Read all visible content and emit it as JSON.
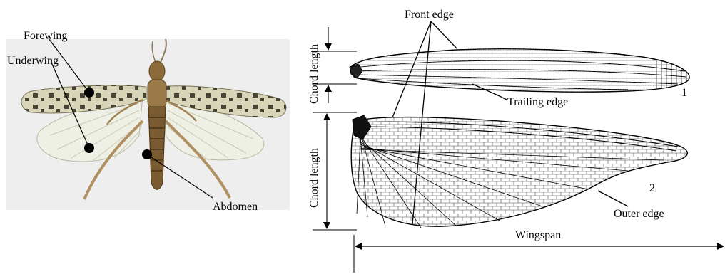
{
  "photo": {
    "labels": {
      "forewing": "Forewing",
      "underwing": "Underwing",
      "abdomen": "Abdomen"
    }
  },
  "drawing": {
    "labels": {
      "front_edge": "Front edge",
      "trailing_edge": "Trailing edge",
      "outer_edge": "Outer edge",
      "chord_length_1": "Chord length",
      "chord_length_2": "Chord length",
      "wingspan": "Wingspan",
      "wing_1": "1",
      "wing_2": "2"
    }
  },
  "colors": {
    "photo_bg": "#eeeeee",
    "forewing_fill": "#d8d5b8",
    "forewing_spots": "#2b2b1e",
    "underwing_fill": "#eef0e6",
    "body": "#8a6a38",
    "ink": "#000000"
  }
}
